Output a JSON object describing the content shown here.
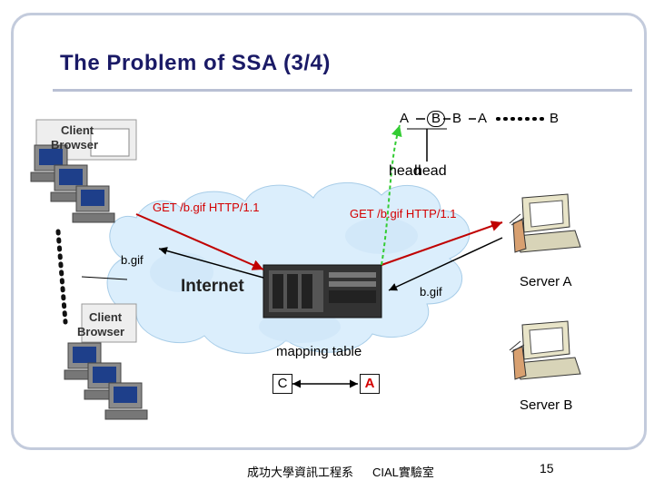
{
  "slide": {
    "title": "The Problem of SSA (3/4)",
    "page_number": "15",
    "footer_org": "成功大學資訊工程系",
    "footer_lab": "CIAL實驗室"
  },
  "packets": {
    "sequence": [
      "A",
      "B",
      "B",
      "A",
      "B"
    ],
    "head_label_1": "head",
    "head_label_2": "head"
  },
  "clients": {
    "top_label_line1": "Client",
    "top_label_line2": "Browser",
    "bottom_label_line1": "Client",
    "bottom_label_line2": "Browser"
  },
  "network": {
    "internet_label": "Internet",
    "request_left": "GET /b.gif HTTP/1.1",
    "request_right": "GET /b.gif HTTP/1.1",
    "response_left": "b.gif",
    "response_right": "b.gif"
  },
  "servers": {
    "server_a": "Server A",
    "server_b": "Server B"
  },
  "mapping_table": {
    "title": "mapping table",
    "key": "C",
    "value": "A"
  },
  "colors": {
    "title": "#1a1a66",
    "arrow_red": "#c00000",
    "cloud": "#dbeefc",
    "dashed_green": "#33cc33",
    "frame": "#c3cbdc"
  }
}
